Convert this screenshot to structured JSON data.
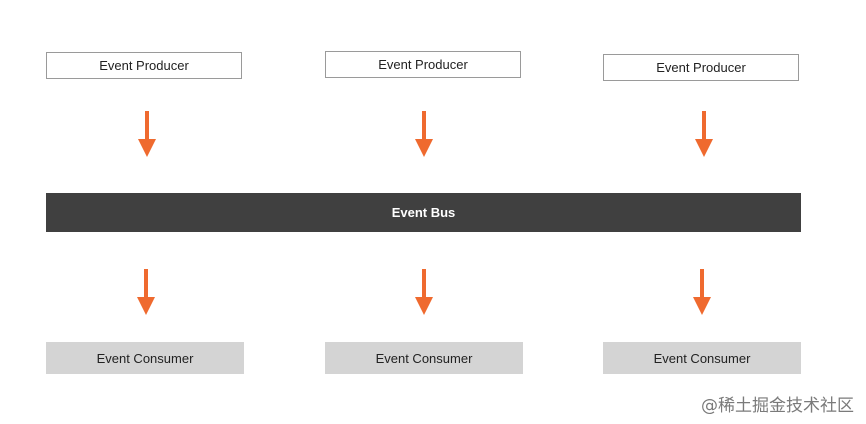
{
  "producers": [
    {
      "label": "Event Producer"
    },
    {
      "label": "Event Producer"
    },
    {
      "label": "Event Producer"
    }
  ],
  "bus": {
    "label": "Event Bus"
  },
  "consumers": [
    {
      "label": "Event Consumer"
    },
    {
      "label": "Event Consumer"
    },
    {
      "label": "Event Consumer"
    }
  ],
  "colors": {
    "arrow": "#ef6a2f",
    "bus": "#404040",
    "consumer_fill": "#d4d4d4",
    "producer_border": "#9a9a9a"
  },
  "watermark": {
    "text": "@稀土掘金技术社区"
  }
}
